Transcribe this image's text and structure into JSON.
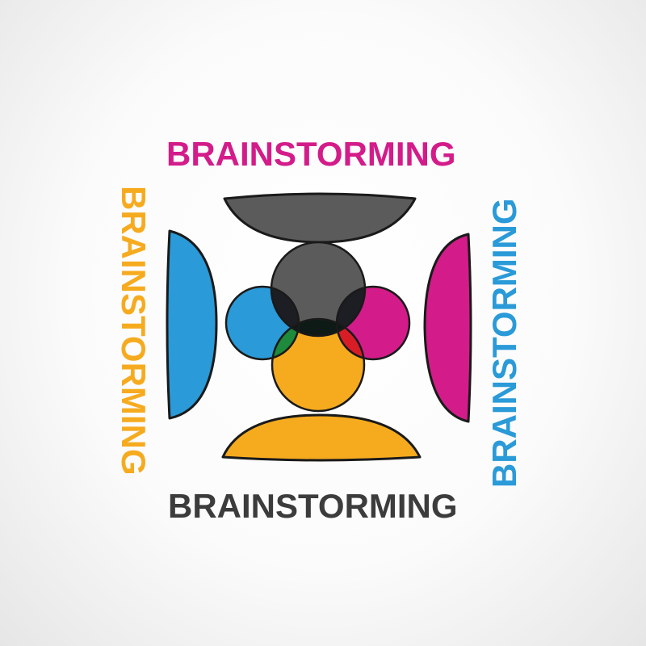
{
  "words": {
    "top": "BRAINSTORMING",
    "bottom": "BRAINSTORMING",
    "left": "BRAINSTORMING",
    "right": "BRAINSTORMING"
  },
  "colors": {
    "magenta": "#d31c8a",
    "cyan": "#2a9ad8",
    "gray": "#5b5b5b",
    "yellow": "#f6ab1f",
    "green": "#1e8a3c",
    "red": "#d81d26",
    "center": "#0e1a16",
    "outline": "#1a1a1a",
    "text_dark": "#3c3c3c"
  }
}
